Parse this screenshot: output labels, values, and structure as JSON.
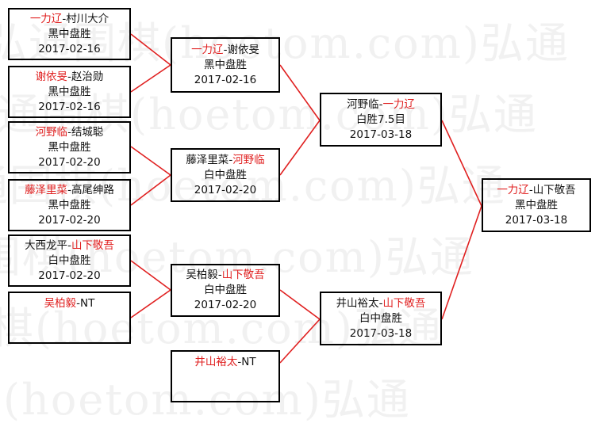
{
  "watermark": "弘通围棋(hoetom.com)弘通",
  "colors": {
    "winner": "#e02020",
    "line": "#e02020",
    "text": "#111111"
  },
  "bracket": {
    "round1": [
      {
        "p1": "一力辽",
        "sep": "-",
        "p2": "村川大介",
        "winner": 1,
        "result": "黑中盘胜",
        "date": "2017-02-16"
      },
      {
        "p1": "谢依旻",
        "sep": "-",
        "p2": "赵治勋",
        "winner": 1,
        "result": "黑中盘胜",
        "date": "2017-02-16"
      },
      {
        "p1": "河野临",
        "sep": "-",
        "p2": "结城聪",
        "winner": 1,
        "result": "黑中盘胜",
        "date": "2017-02-20"
      },
      {
        "p1": "藤泽里菜",
        "sep": "-",
        "p2": "高尾绅路",
        "winner": 1,
        "result": "黑中盘胜",
        "date": "2017-02-20"
      },
      {
        "p1": "大西龙平",
        "sep": "-",
        "p2": "山下敬吾",
        "winner": 2,
        "result": "白中盘胜",
        "date": "2017-02-20"
      },
      {
        "p1": "吴柏毅",
        "sep": "-",
        "p2": "NT",
        "winner": 1,
        "result": "",
        "date": ""
      }
    ],
    "round2": [
      {
        "p1": "一力辽",
        "sep": "-",
        "p2": "谢依旻",
        "winner": 1,
        "result": "黑中盘胜",
        "date": "2017-02-16"
      },
      {
        "p1": "藤泽里菜",
        "sep": "-",
        "p2": "河野临",
        "winner": 2,
        "result": "白中盘胜",
        "date": "2017-02-20"
      },
      {
        "p1": "吴柏毅",
        "sep": "-",
        "p2": "山下敬吾",
        "winner": 2,
        "result": "白中盘胜",
        "date": "2017-02-20"
      },
      {
        "p1": "井山裕太",
        "sep": "-",
        "p2": "NT",
        "winner": 1,
        "result": "",
        "date": ""
      }
    ],
    "round3": [
      {
        "p1": "河野临",
        "sep": "-",
        "p2": "一力辽",
        "winner": 2,
        "result": "白胜7.5目",
        "date": "2017-03-18"
      },
      {
        "p1": "井山裕太",
        "sep": "-",
        "p2": "山下敬吾",
        "winner": 2,
        "result": "白中盘胜",
        "date": "2017-03-18"
      }
    ],
    "final": {
      "p1": "一力辽",
      "sep": "-",
      "p2": "山下敬吾",
      "winner": 1,
      "result": "黑中盘胜",
      "date": "2017-03-18"
    }
  }
}
